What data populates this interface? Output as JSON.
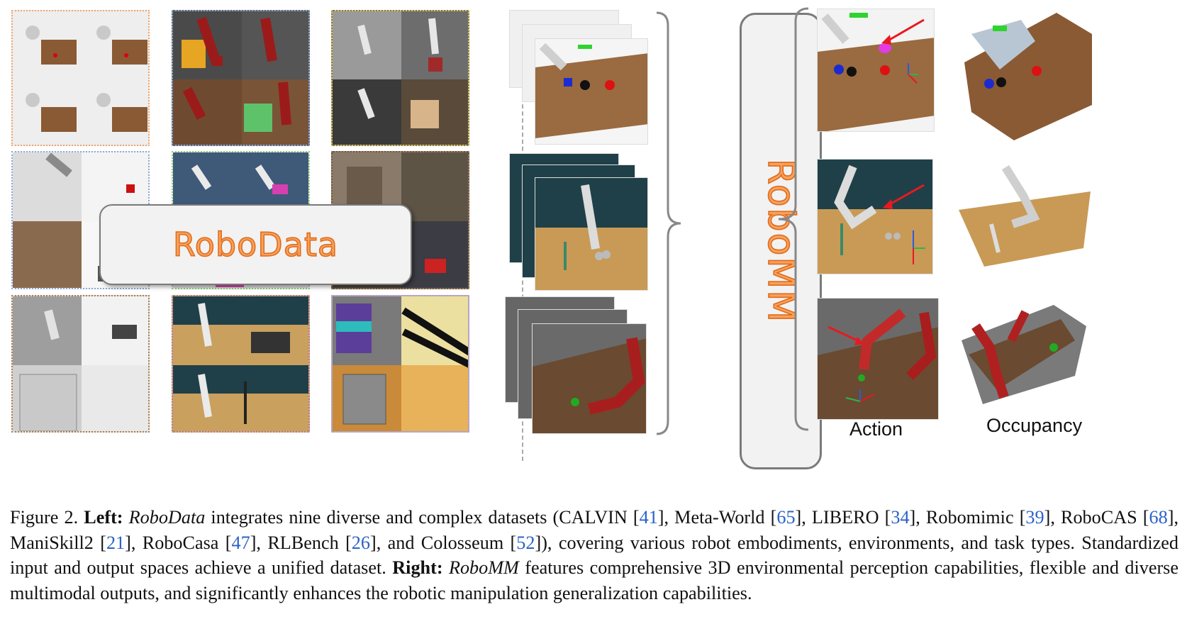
{
  "left": {
    "overlay_label": "RoboData"
  },
  "right": {
    "model_label": "RoboMM",
    "col_action": "Action",
    "col_occupancy": "Occupancy"
  },
  "caption": {
    "figure_label": "Figure 2.",
    "left_label": "Left:",
    "robodata_name": "RoboData",
    "text_1": " integrates nine diverse and complex datasets (CALVIN [",
    "ref_calvin": "41",
    "text_2": "], Meta-World [",
    "ref_metaworld": "65",
    "text_3": "], LIBERO [",
    "ref_libero": "34",
    "text_4": "], Robomimic [",
    "ref_robomimic": "39",
    "text_5": "], RoboCAS [",
    "ref_robocas": "68",
    "text_6": "], ManiSkill2 [",
    "ref_maniskill": "21",
    "text_7": "], RoboCasa [",
    "ref_robocasa": "47",
    "text_8": "], RLBench [",
    "ref_rlbench": "26",
    "text_9": "], and Colosseum [",
    "ref_colosseum": "52",
    "text_10": "]), covering various robot embodiments, environments, and task types. Standardized input and output spaces achieve a unified dataset. ",
    "right_label": "Right:",
    "robomm_name": "RoboMM",
    "text_11": " features comprehensive 3D environmental perception capabilities, flexible and diverse multimodal outputs, and significantly enhances the robotic manipulation generalization capabilities."
  },
  "colors": {
    "accent_orange": "#f7a15c",
    "accent_orange_stroke": "#e06a18",
    "ref_blue": "#2a62c9",
    "arrow_red": "#e8191f"
  }
}
